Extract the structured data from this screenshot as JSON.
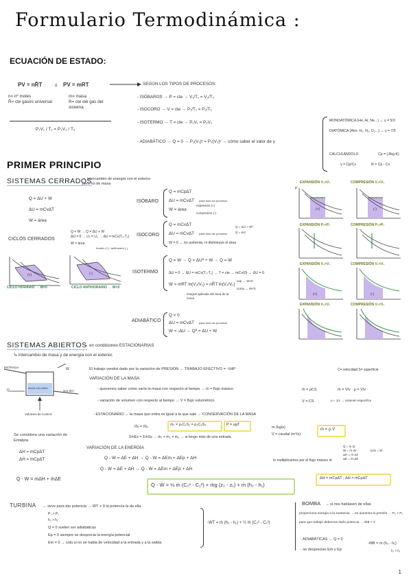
{
  "title": "Formulario Termodinámica :",
  "ecuacion_estado": {
    "heading": "ECUACIÓN DE ESTADO:",
    "eq1": "PV = nR̄T",
    "o": "ó",
    "eq2": "PV = mRT",
    "def_n": "n= nº moles",
    "def_Rbar": "R̄= cte gases universal",
    "def_m": "m= masa",
    "def_R": "R= cte del gas del sistema",
    "combined": "P₁V₁ / T₁ = P₂V₂ / T₂",
    "procesos_title": "SEGÚN LOS TIPOS DE PROCESOS:",
    "isobaro": "- ISÓBAROS → P = cte → V₁/T₁ = V₂/T₂",
    "isocoro": "- ISOCORO → V = cte → P₁/T₁ = P₂/T₂",
    "isotermo": "- ISOTERMO → T = cte → P₁V₁ = P₂V₂",
    "adiabatico": "- ADIABÁTICO → Q = 0 → P₁(V₁)ᵞ = P₂(V₂)ᵞ → cómo saber el valor de γ",
    "gamma_mono": "MONOATÓMICA (He, Ar, Ne...) → γ = 5/3",
    "gamma_di": "DIATÓMICA (Aire, H₂, N₂, O₂...) → γ = 7/5",
    "gamma_calc": "CALCULÁNDOLO",
    "gamma_formula": "γ = Cp/Cv",
    "cp_def": "Cp = (J/kg·K)",
    "R_def": "R = Cp - Cv"
  },
  "primer_principio": {
    "heading": "PRIMER PRINCIPIO",
    "sistemas_cerrados": "SISTEMAS CERRADOS",
    "sc_note": "→ intercambio de energía con el exterior pero no de masa",
    "eq_q": "Q = ΔU + W",
    "eq_du": "ΔU = mCvΔT",
    "eq_w": "W = área",
    "ciclos": "CICLOS CERRADOS",
    "ciclos_eq1": "Q = W → Q = ΔU + W",
    "ciclos_eq2": "ΔU = 0 → U₁ = U₂ → ΔU = mCv(T₂-T₁)",
    "ciclos_eq3": "W = área",
    "ciclos_eq3b": "horario (+) / antihorario (-)",
    "ciclo_horario": "CICLO HORARIO → W>0",
    "ciclo_antihorario": "CICLO ANTIHORARIO → W<0",
    "isobaro_label": "ISÓBARO",
    "isobaro_q": "Q = mCpΔT",
    "isobaro_du": "ΔU = mCvΔT",
    "isobaro_du_note": "pase todo los procesos",
    "isobaro_w": "W = área",
    "isobaro_exp": "expansión (+)",
    "isobaro_comp": "compresión (-)",
    "isocoro_label": "ISOCORO",
    "isocoro_q": "Q = mCvΔT",
    "isocoro_du": "ΔU = mCvΔT",
    "isocoro_du_note": "pase todo los procesos",
    "isocoro_side1": "Q = ΔU + W⁰",
    "isocoro_side2": "Q = ΔU",
    "isocoro_w": "W = 0 → no aumenta, ni disminuye el área",
    "isotermo_label": "ISOTERMO",
    "isotermo_q": "Q = W → Q = ΔU⁰ + W → Q = W",
    "isotermo_du": "ΔU = 0 → ΔU = mCv(T₂-T₁) → T = cte → mCv(0) → ΔU = 0",
    "isotermo_w": "W = mRT ln(V₂/V₁) = nR̄T ln(V₂/V₁)",
    "isotermo_exp": "exp → W>0",
    "isotermo_comp": "comp → W<0",
    "isotermo_integral": "integral aplicada del área de la curva",
    "adiabatico_label": "ADIABÁTICO",
    "adiabatico_q": "Q = 0",
    "adiabatico_du": "ΔU = mCvΔT",
    "adiabatico_du_note": "pase todo los procesos",
    "adiabatico_w": "W = -ΔU → Q⁰ = ΔU + W",
    "graphs": {
      "exp_v2v1": "EXPANSIÓN V₂>V₁",
      "comp_v2v1": "COMPRESIÓN V₂<V₁",
      "exp_p": "EXPANSIÓN P₂<P₁",
      "comp_p": "COMPRESIÓN P₂>P₁",
      "exp_v": "EXPANSIÓN V₂>V₁",
      "comp_v": "COMPRESIÓN V₂<V₁",
      "exp_ad": "EXPANSIÓN V₂>V₁",
      "comp_ad": "COMPRESIÓN V₂<V₁"
    }
  },
  "sistemas_abiertos": {
    "heading": "SISTEMAS ABIERTOS",
    "note": "→ en condiciones ESTACIONARIAS",
    "subnote": "↳ intercambio de masa y de energía con el exterior.",
    "entrada": "ENTRADA",
    "salida": "SALIDA",
    "vc_label": "Volumen de Control",
    "vc_inner": "MASA VOLUMEN",
    "w_label": "W",
    "q_label": "Q",
    "trabajo": "El trabajo vendrá dado por la variación de PRESIÓN → TRABAJO EFECTIVO = -VdP",
    "c_def": "C= velocidad   S= superficie",
    "var_masa": "VARIACIÓN DE LA MASA",
    "vm1": "- queremos saber cómo varía la masa con respecto al tiempo → ṁ = flujo másico",
    "vm2": "- variación de volumen con respecto al tiempo → V̇ = flujo volumétrico",
    "vm_r1": "ṁ = ρCS",
    "vm_r2": "V̇ = CS",
    "vm_r3": "ṁ = V̇/v · ρ = V̇/v",
    "vm_r4": "ρ = 1/v → volumen específico",
    "estacionario": "- ESTACIONARIO → la masa que entra es igual a la que sale → CONSERVACIÓN DE LA MASA",
    "m_eq": "ṁᵢ = ṁₛ",
    "m_eq2": "ṁ₁ = ρ₁C₁S₁ = ρ₂C₂S₂",
    "p_eq": "P = ρgT",
    "m_eq3": "ΣṁEs = ΣṁSs → ṁ₁ + ṁ₂ = ṁ₃ → si tengo más de una entrada",
    "m_units1": "ṁ (kg/s)",
    "m_units2": "V̇ = caudal (m³/s)",
    "m_rho": "ṁ = ρ·V̇",
    "entalpia_note": "Se considera una variación de Entalpía",
    "dh1": "ΔH = mCpΔT",
    "dh2": "ΔḢ = ṁCpΔT",
    "qw_eq": "Q̇ - Ẇ = ṁΔH + ṁΔE",
    "var_energia": "VARIACIÓN DE LA ENERGÍA",
    "ve1": "Q - W = ΔE + ΔH → Q - W = ΔEm + ΔEp + ΔH",
    "ve2": "Q̇ - Ẇ = ΔĖ + ΔḢ → Q̇ - Ẇ = ΔĖm + ΔĖp + ΔḢ",
    "ve_note": "lo multiplicamos por el flujo másico ṁ",
    "ve_side1": "Q̇ = ṁ·Q",
    "ve_side2": "Ẇ = ṁ·W",
    "ve_side3": "ΔḢ = ṁ·Δh",
    "ve_side4": "ΔĖ = ṁ·ΔE",
    "ve_side5": "kJ/s = W",
    "big_eq": "Q̇ - Ẇ = ½ ṁ (C₂² - C₁²) + ṁg (z₂ - z₁) + ṁ (h₂ - h₁)",
    "dh_box": "ΔH = mCpΔT ; ΔḢ = ṁCpΔT",
    "turbina": "TURBINA",
    "turbina_desc": "→ sirve para dar potencia → ẆT > 0 la potencia la da ella",
    "t1": "P₁ > P₂",
    "t2": "h₁ > h₂",
    "t3": "Q = 0   suelen ser adiabáticas",
    "t4": "Ep = 0   siempre se desprecia la energía potencial",
    "t5": "Em = 0 → solo si no se habla de velocidad a la entrada y a la salida",
    "t_eq": "-ẆT = ṁ (h₂ - h₁) + ½ ṁ (C₂² - C₁²)",
    "bomba": "BOMBA",
    "bomba_note": "→ si nos hablasen de ellas",
    "b1": "proporciona energía a la sustancia → se aumenta la presión → P₂ > P₁",
    "b2": "para que trabaje debemos darle potencia → ẆB < 0",
    "b3": "- ADIABÁTICAS → Q = 0",
    "b4": "- se desprecian Em y Ep",
    "b_eq": "-ẆB = ṁ (h₂ - h₁)",
    "b_eq2": "h₂ > h₁"
  },
  "page_number": "1",
  "colors": {
    "underline": "#9bb8e8",
    "graph_fill": "#c9b7ec",
    "graph_green": "#3c9a4e",
    "box_yellow": "#f1e06a",
    "box_green": "#b9df88"
  }
}
